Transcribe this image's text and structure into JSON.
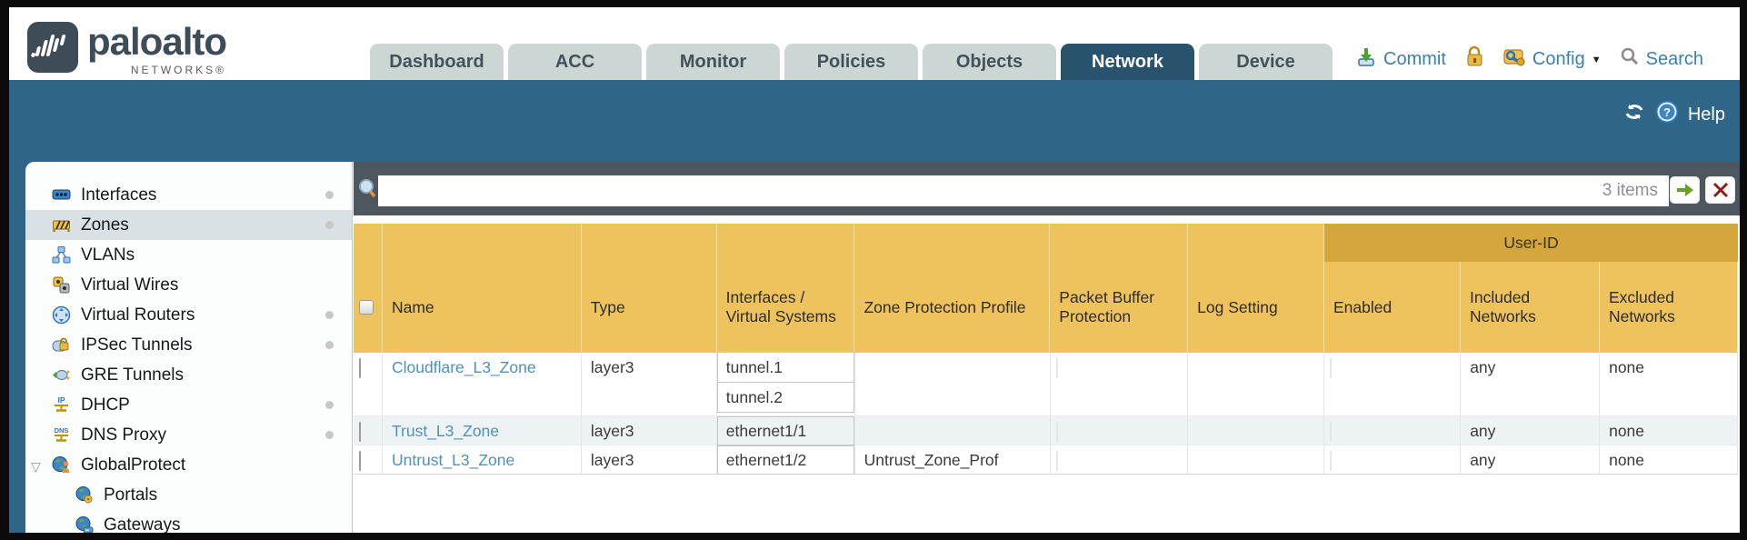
{
  "brand": {
    "name": "paloalto",
    "networks": "NETWORKS®"
  },
  "tabs": [
    {
      "label": "Dashboard",
      "active": false
    },
    {
      "label": "ACC",
      "active": false
    },
    {
      "label": "Monitor",
      "active": false
    },
    {
      "label": "Policies",
      "active": false
    },
    {
      "label": "Objects",
      "active": false
    },
    {
      "label": "Network",
      "active": true
    },
    {
      "label": "Device",
      "active": false
    }
  ],
  "utility": {
    "commit_label": "Commit",
    "config_label": "Config",
    "search_label": "Search",
    "help_label": "Help"
  },
  "filter": {
    "input_value": "",
    "items_count": "3 items"
  },
  "sidebar": {
    "items": [
      {
        "label": "Interfaces",
        "icon": "interfaces-icon",
        "selected": false,
        "dot": true
      },
      {
        "label": "Zones",
        "icon": "zones-icon",
        "selected": true,
        "dot": true
      },
      {
        "label": "VLANs",
        "icon": "vlans-icon",
        "selected": false,
        "dot": false
      },
      {
        "label": "Virtual Wires",
        "icon": "virtual-wires-icon",
        "selected": false,
        "dot": false
      },
      {
        "label": "Virtual Routers",
        "icon": "virtual-routers-icon",
        "selected": false,
        "dot": true
      },
      {
        "label": "IPSec Tunnels",
        "icon": "ipsec-tunnels-icon",
        "selected": false,
        "dot": true
      },
      {
        "label": "GRE Tunnels",
        "icon": "gre-tunnels-icon",
        "selected": false,
        "dot": false
      },
      {
        "label": "DHCP",
        "icon": "dhcp-icon",
        "selected": false,
        "dot": true
      },
      {
        "label": "DNS Proxy",
        "icon": "dns-proxy-icon",
        "selected": false,
        "dot": true
      },
      {
        "label": "GlobalProtect",
        "icon": "globalprotect-icon",
        "selected": false,
        "dot": false,
        "expanded": true
      },
      {
        "label": "Portals",
        "icon": "portals-icon",
        "selected": false,
        "dot": false,
        "child": true
      },
      {
        "label": "Gateways",
        "icon": "gateways-icon",
        "selected": false,
        "dot": false,
        "child": true
      }
    ]
  },
  "table": {
    "user_id_header": "User-ID",
    "columns": [
      "Name",
      "Type",
      "Interfaces / Virtual Systems",
      "Zone Protection Profile",
      "Packet Buffer Protection",
      "Log Setting",
      "Enabled",
      "Included Networks",
      "Excluded Networks"
    ],
    "rows": [
      {
        "name": "Cloudflare_L3_Zone",
        "type": "layer3",
        "interfaces": [
          "tunnel.1",
          "tunnel.2"
        ],
        "zone_protection_profile": "",
        "packet_buffer_protection_checked": false,
        "log_setting": "",
        "user_id_enabled_checked": false,
        "included_networks": "any",
        "excluded_networks": "none"
      },
      {
        "name": "Trust_L3_Zone",
        "type": "layer3",
        "interfaces": [
          "ethernet1/1"
        ],
        "zone_protection_profile": "",
        "packet_buffer_protection_checked": false,
        "log_setting": "",
        "user_id_enabled_checked": false,
        "included_networks": "any",
        "excluded_networks": "none"
      },
      {
        "name": "Untrust_L3_Zone",
        "type": "layer3",
        "interfaces": [
          "ethernet1/2"
        ],
        "zone_protection_profile": "Untrust_Zone_Prof",
        "packet_buffer_protection_checked": false,
        "log_setting": "",
        "user_id_enabled_checked": false,
        "included_networks": "any",
        "excluded_networks": "none"
      }
    ]
  },
  "colors": {
    "teal_band": "#2f6586",
    "active_tab": "#27536d",
    "inactive_tab": "#ccd6d5",
    "filter_bar": "#4e575e",
    "header_orange": "#eec25c",
    "user_id_band": "#d4a73d",
    "link_blue": "#4e92b8",
    "row_stripe": "#edf2f5"
  }
}
